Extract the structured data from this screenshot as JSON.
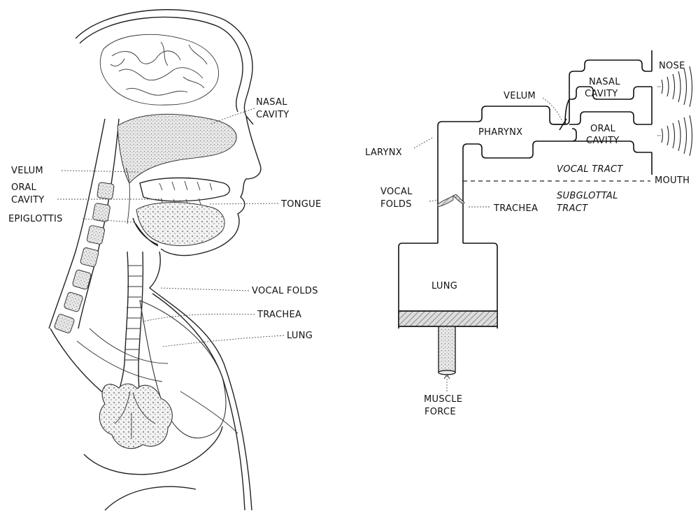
{
  "left_figure": {
    "labels": {
      "nasal_cavity": [
        "NASAL",
        "CAVITY"
      ],
      "velum": "VELUM",
      "oral_cavity": [
        "ORAL",
        "CAVITY"
      ],
      "epiglottis": "EPIGLOTTIS",
      "tongue": "TONGUE",
      "vocal_folds": "VOCAL FOLDS",
      "trachea": "TRACHEA",
      "lung": "LUNG"
    }
  },
  "right_figure": {
    "labels": {
      "nose": "NOSE",
      "nasal_cavity": [
        "NASAL",
        "CAVITY"
      ],
      "velum": "VELUM",
      "pharynx": "PHARYNX",
      "oral_cavity": [
        "ORAL",
        "CAVITY"
      ],
      "larynx": "LARYNX",
      "mouth": "MOUTH",
      "vocal_folds": [
        "VOCAL",
        "FOLDS"
      ],
      "vocal_tract": "VOCAL TRACT",
      "trachea": "TRACHEA",
      "subglottal_tract": [
        "SUBGLOTTAL",
        "TRACT"
      ],
      "lung": "LUNG",
      "muscle_force": [
        "MUSCLE",
        "FORCE"
      ]
    }
  }
}
